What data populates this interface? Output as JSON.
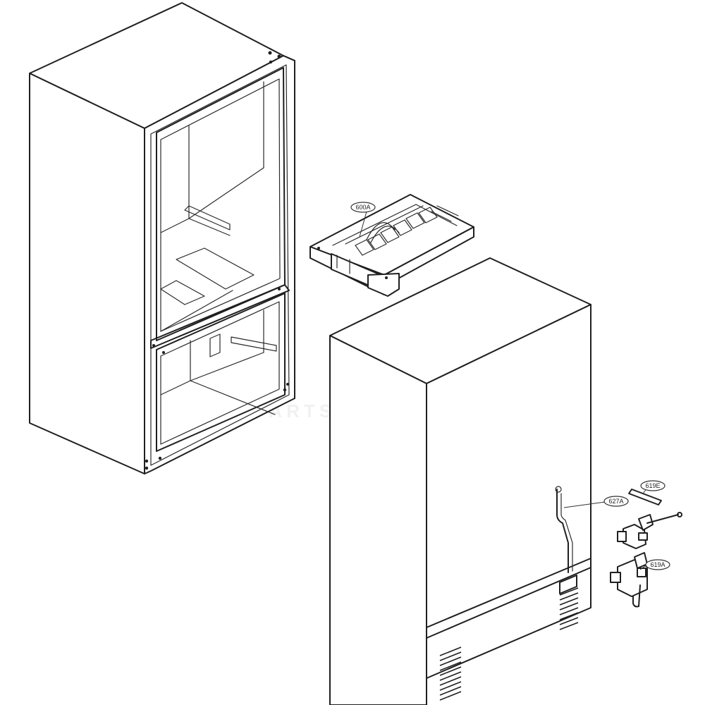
{
  "diagram": {
    "watermark": "PARTSVENTURE",
    "callouts": [
      {
        "id": "600A",
        "label": "600A"
      },
      {
        "id": "627A",
        "label": "627A"
      },
      {
        "id": "619E",
        "label": "619E"
      },
      {
        "id": "619A",
        "label": "619A"
      }
    ]
  }
}
